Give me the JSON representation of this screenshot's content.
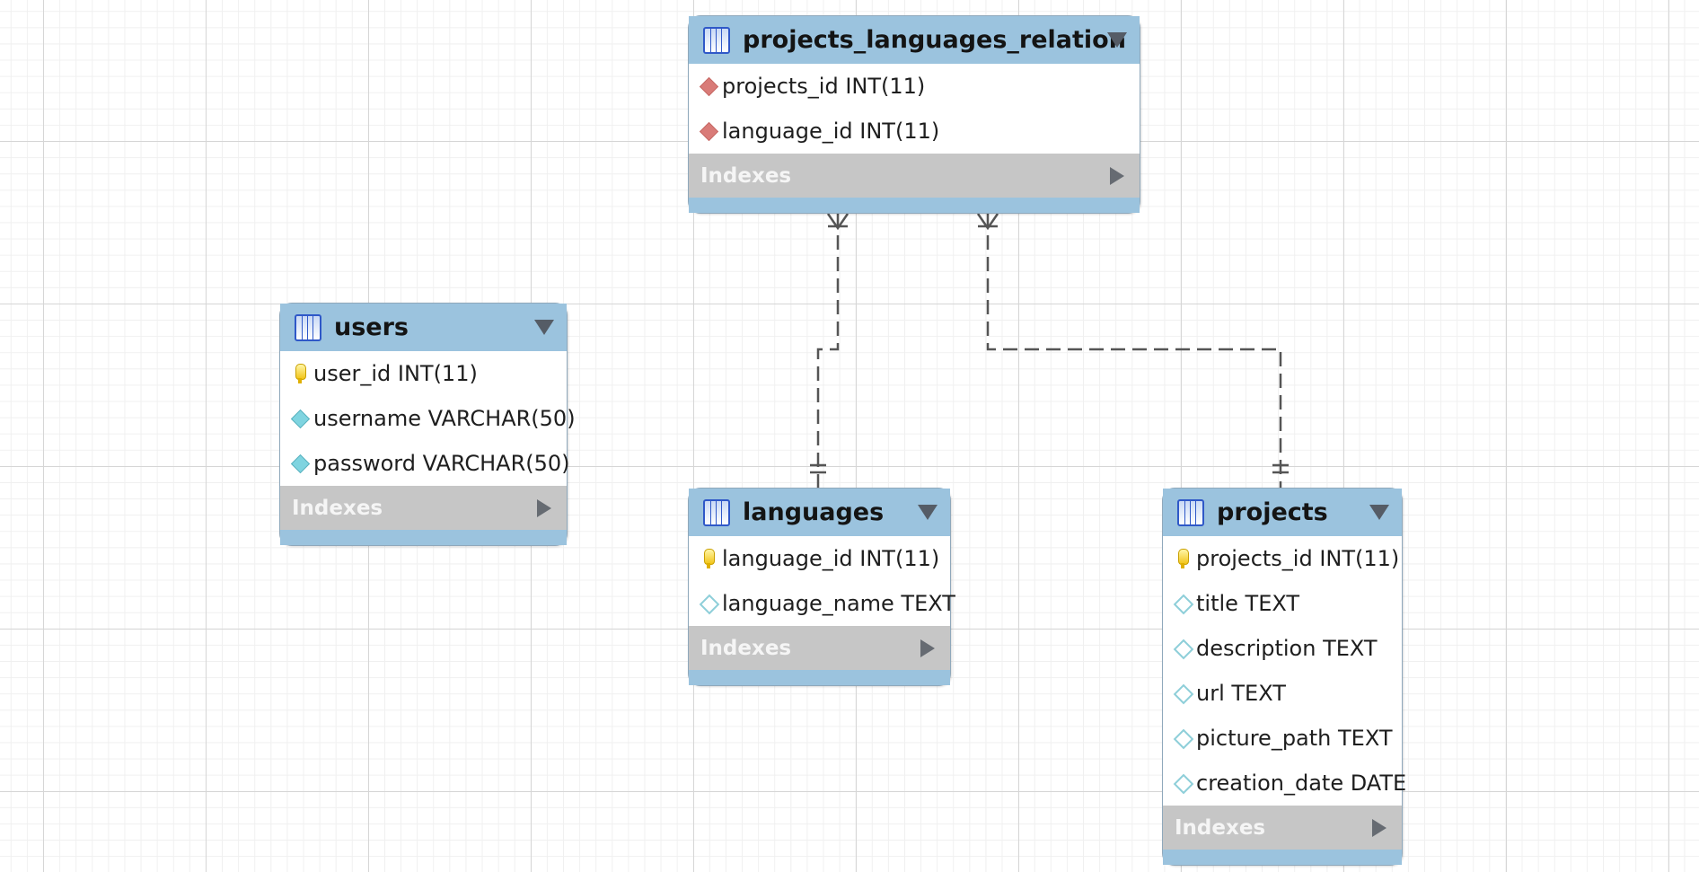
{
  "diagram": {
    "tables": [
      {
        "id": "projects_languages_relation",
        "name": "projects_languages_relation",
        "indexes_label": "Indexes",
        "columns": [
          {
            "text": "projects_id INT(11)",
            "icon": "foreign-key-icon"
          },
          {
            "text": "language_id INT(11)",
            "icon": "foreign-key-icon"
          }
        ]
      },
      {
        "id": "users",
        "name": "users",
        "indexes_label": "Indexes",
        "columns": [
          {
            "text": "user_id INT(11)",
            "icon": "primary-key-icon"
          },
          {
            "text": "username VARCHAR(50)",
            "icon": "not-null-column-icon"
          },
          {
            "text": "password VARCHAR(50)",
            "icon": "not-null-column-icon"
          }
        ]
      },
      {
        "id": "languages",
        "name": "languages",
        "indexes_label": "Indexes",
        "columns": [
          {
            "text": "language_id INT(11)",
            "icon": "primary-key-icon"
          },
          {
            "text": "language_name TEXT",
            "icon": "nullable-column-icon"
          }
        ]
      },
      {
        "id": "projects",
        "name": "projects",
        "indexes_label": "Indexes",
        "columns": [
          {
            "text": "projects_id INT(11)",
            "icon": "primary-key-icon"
          },
          {
            "text": "title TEXT",
            "icon": "nullable-column-icon"
          },
          {
            "text": "description TEXT",
            "icon": "nullable-column-icon"
          },
          {
            "text": "url TEXT",
            "icon": "nullable-column-icon"
          },
          {
            "text": "picture_path TEXT",
            "icon": "nullable-column-icon"
          },
          {
            "text": "creation_date DATE",
            "icon": "nullable-column-icon"
          }
        ]
      }
    ],
    "relationships": [
      {
        "from": "projects_languages_relation",
        "to": "languages",
        "from_cardinality": "one-or-many",
        "to_cardinality": "exactly-one",
        "line_style": "dashed"
      },
      {
        "from": "projects_languages_relation",
        "to": "projects",
        "from_cardinality": "one-or-many",
        "to_cardinality": "exactly-one",
        "line_style": "dashed"
      }
    ],
    "colors": {
      "header": "#9bc3de",
      "indexes_bar": "#c6c6c6",
      "connector": "#555555"
    }
  }
}
